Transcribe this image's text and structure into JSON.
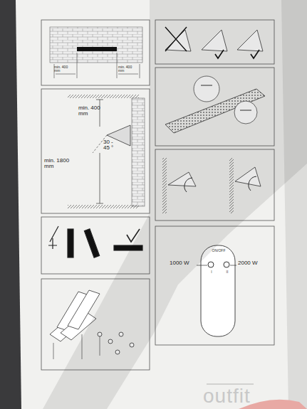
{
  "diagram": {
    "labels": [
      "min. 400 mm",
      "min. 400 mm",
      "min. 400 mm",
      "min. 1800 mm",
      "30 - 45 °",
      "1000 W",
      "2000 W",
      "ON/OFF",
      "I",
      "II",
      "outfit"
    ]
  }
}
